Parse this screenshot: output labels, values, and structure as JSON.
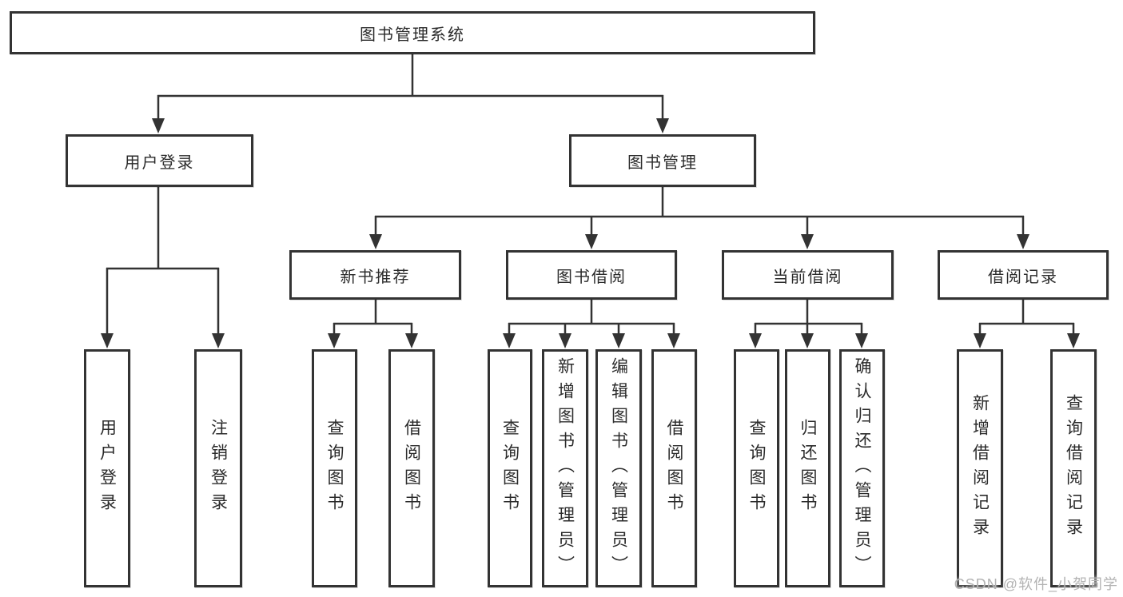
{
  "diagram": {
    "type": "hierarchy-tree",
    "tree": {
      "root": {
        "label": "图书管理系统"
      },
      "user_branch": {
        "label": "用户登录",
        "children": [
          {
            "label": "用户登录"
          },
          {
            "label": "注销登录"
          }
        ]
      },
      "book_branch": {
        "label": "图书管理",
        "sections": [
          {
            "label": "新书推荐",
            "children": [
              {
                "label": "查询图书"
              },
              {
                "label": "借阅图书"
              }
            ]
          },
          {
            "label": "图书借阅",
            "children": [
              {
                "label": "查询图书"
              },
              {
                "label": "新增图书（管理员）"
              },
              {
                "label": "编辑图书（管理员）"
              },
              {
                "label": "借阅图书"
              }
            ]
          },
          {
            "label": "当前借阅",
            "children": [
              {
                "label": "查询图书"
              },
              {
                "label": "归还图书"
              },
              {
                "label": "确认归还（管理员）"
              }
            ]
          },
          {
            "label": "借阅记录",
            "children": [
              {
                "label": "新增借阅记录"
              },
              {
                "label": "查询借阅记录"
              }
            ]
          }
        ]
      }
    },
    "colors": {
      "line": "#333333",
      "text": "#2b2b2b",
      "watermark": "#b3b3b3",
      "background": "#ffffff"
    }
  },
  "watermark": "CSDN @软件_小贺同学"
}
